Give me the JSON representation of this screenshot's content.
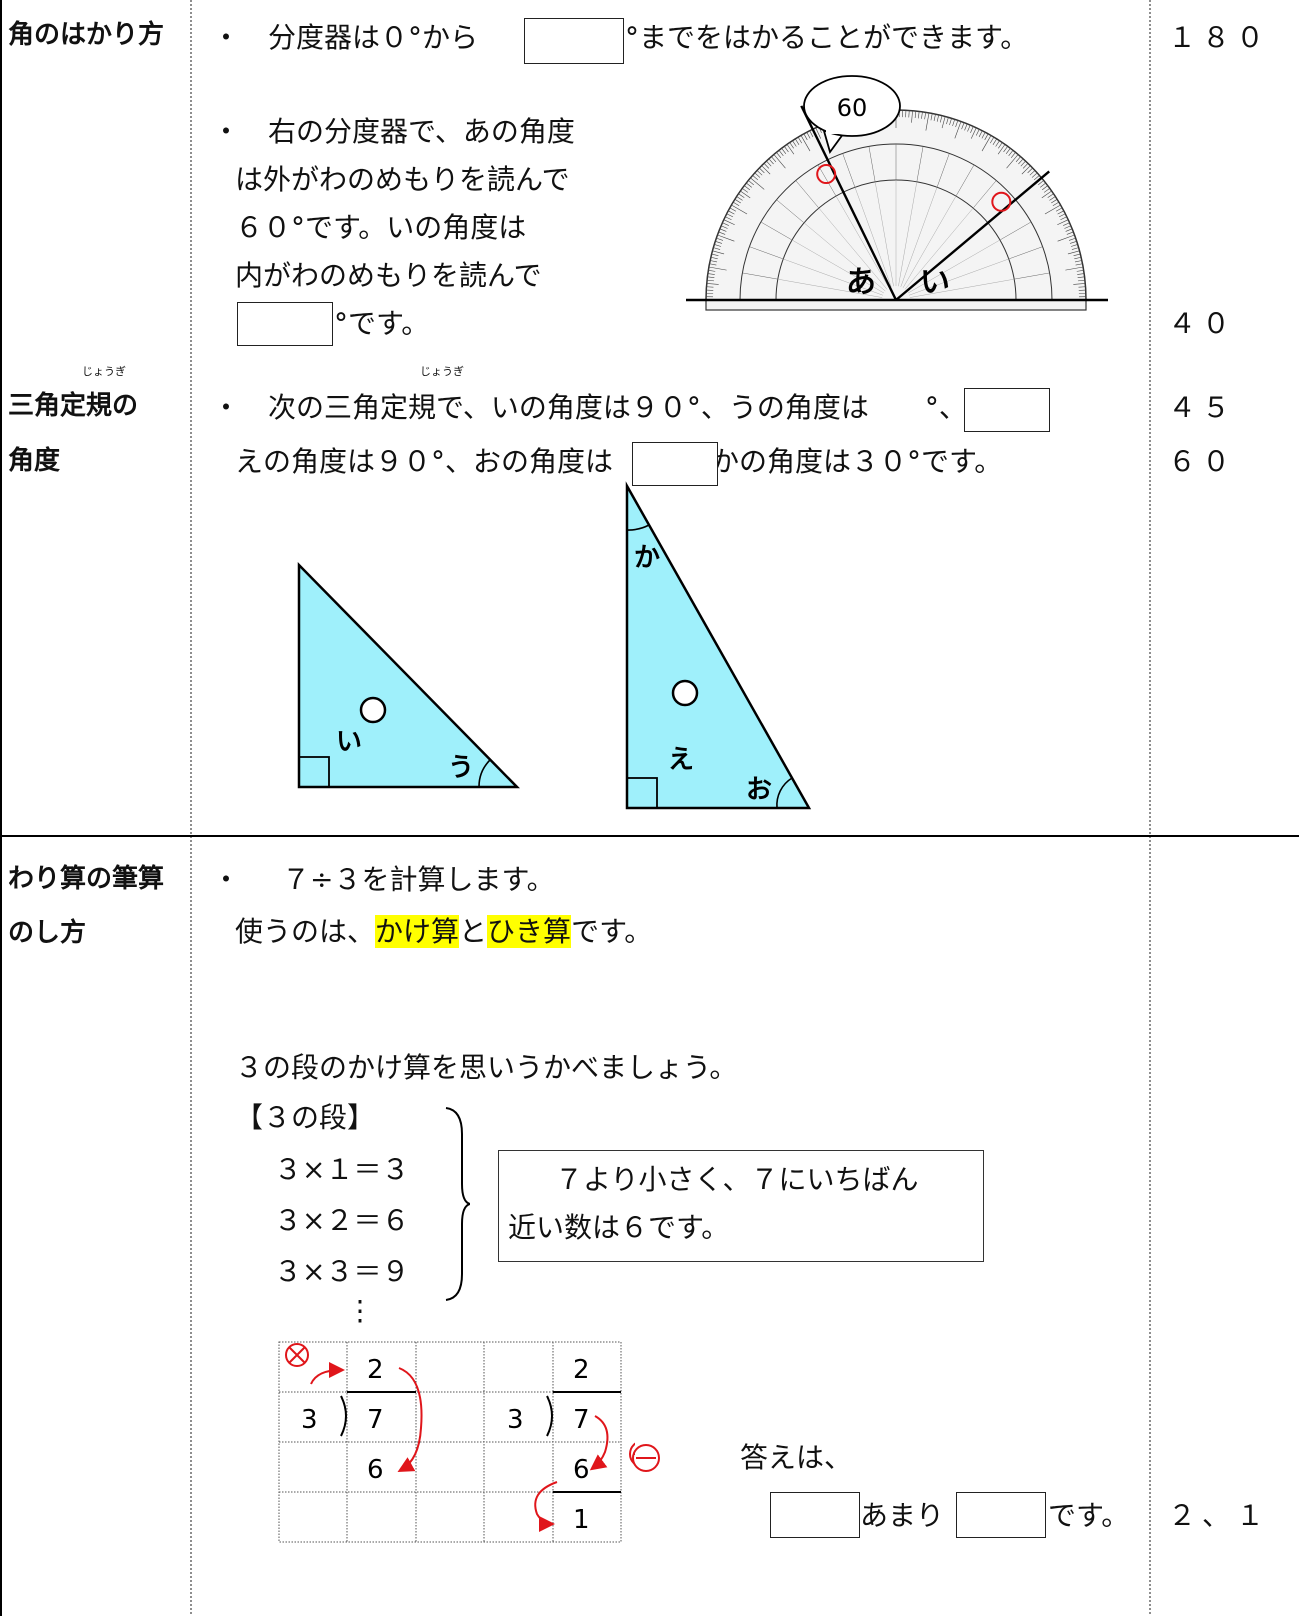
{
  "rows": [
    {
      "topic": "角のはかり方",
      "line1": {
        "pre": "分度器は０°から",
        "post": "°までをはかることができます。"
      },
      "protractor_text": [
        "右の分度器で、あの角度",
        "は外がわのめもりを読んで",
        "６０°です。いの角度は",
        "内がわのめもりを読んで",
        "°です。"
      ],
      "callout": "60",
      "angle_labels": {
        "a": "あ",
        "i": "い"
      },
      "answers": [
        "１８０",
        "４０"
      ]
    },
    {
      "topic_lines": [
        "三角定規の",
        "角度"
      ],
      "ruby": "じょうぎ",
      "line1": "次の三角定規で、いの角度は９０°、うの角度は　　°、",
      "line2": "えの角度は９０°、おの角度は　　°、かの角度は３０°です。",
      "tri_labels": {
        "i": "い",
        "u": "う",
        "e": "え",
        "o": "お",
        "ka": "か"
      },
      "answers": [
        "４５",
        "６０"
      ]
    },
    {
      "topic_lines": [
        "わり算の筆算",
        "のし方"
      ],
      "line1": "７÷３を計算します。",
      "line2_pre": "使うのは、",
      "hl1": "かけ算",
      "mid": "と",
      "hl2": "ひき算",
      "line2_post": "です。",
      "line3": "３の段のかけ算を思いうかべましょう。",
      "dan_title": "【３の段】",
      "dan": [
        "３×１＝３",
        "３×２＝６",
        "３×３＝９",
        "⋮"
      ],
      "note": [
        "７より小さく、７にいちばん",
        "近い数は６です。"
      ],
      "grid_digits": {
        "q": "2",
        "d": "3",
        "n": "7",
        "p": "6",
        "r": "1"
      },
      "answer_prefix": "答えは、",
      "amari": "あまり",
      "desu": "です。",
      "answers": [
        "２、１"
      ]
    }
  ],
  "bullet": "・",
  "colors": {
    "triangle": "#9ff0fb",
    "highlight": "#ffff00",
    "red": "#e0161b"
  }
}
